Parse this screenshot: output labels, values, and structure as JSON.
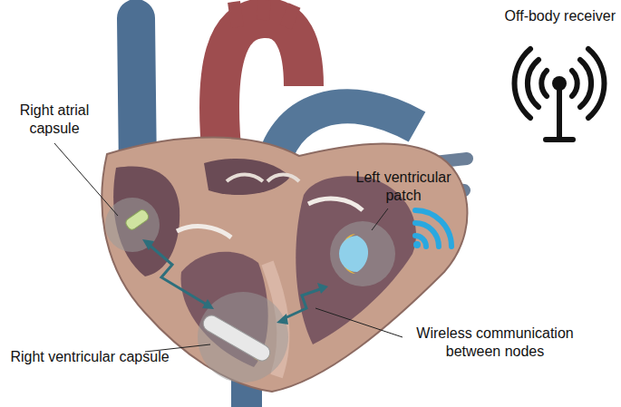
{
  "diagram": {
    "labels": [
      "Off-body receiver",
      "Right atrial capsule",
      "Left ventricular patch",
      "Wireless communication between nodes",
      "Right ventricular capsule"
    ]
  }
}
